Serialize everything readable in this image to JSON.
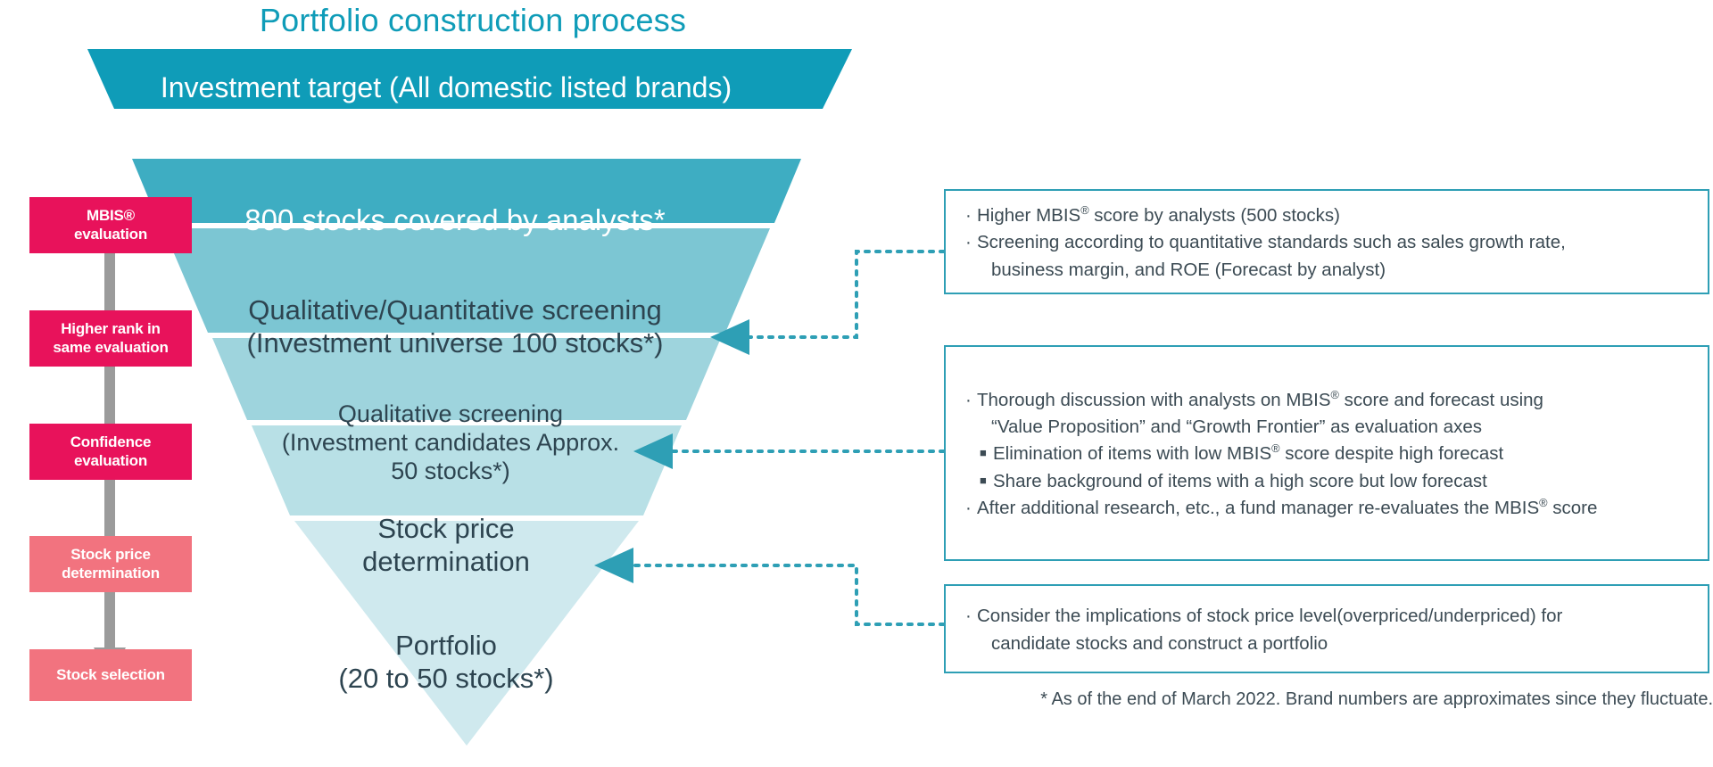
{
  "title": "Portfolio construction process",
  "colors": {
    "title_teal": "#0f9cb8",
    "banner": "#0f9cb8",
    "stage1": "#3eadc2",
    "stage2": "#7cc6d3",
    "stage3": "#9ed4dd",
    "stage4": "#b8e0e6",
    "stage5": "#cfe9ee",
    "rail_magenta": "#e8125b",
    "rail_pink": "#f2737f",
    "rail_arrow_gray": "#9b9b9b",
    "callout_border": "#2e9fb5",
    "connector": "#2e9fb5"
  },
  "funnel": {
    "banner": {
      "label": "Investment target (All domestic listed brands)"
    },
    "stages": [
      {
        "label": "800 stocks covered by analysts*"
      },
      {
        "label": "Qualitative/Quantitative screening\n(Investment universe 100 stocks*)"
      },
      {
        "label": "Qualitative screening\n(Investment candidates Approx.\n50 stocks*)"
      },
      {
        "label": "Stock price\ndetermination"
      },
      {
        "label": "Portfolio\n(20 to 50 stocks*)"
      }
    ]
  },
  "left_rail": {
    "items": [
      {
        "label": "MBIS®\nevaluation"
      },
      {
        "label": "Higher rank in\nsame evaluation"
      },
      {
        "label": "Confidence\nevaluation"
      },
      {
        "label": "Stock price\ndetermination"
      },
      {
        "label": "Stock selection"
      }
    ]
  },
  "callouts": [
    {
      "lines": [
        {
          "bullet": "dot",
          "indent": false,
          "text_before": "Higher MBIS",
          "reg": "®",
          "text_after": " score by analysts (500 stocks)"
        },
        {
          "bullet": "dot",
          "indent": false,
          "text_before": "Screening according to quantitative standards such as sales growth rate,",
          "reg": "",
          "text_after": ""
        },
        {
          "bullet": "none",
          "indent": true,
          "text_before": "business margin, and ROE (Forecast by analyst)",
          "reg": "",
          "text_after": ""
        }
      ]
    },
    {
      "lines": [
        {
          "bullet": "dot",
          "indent": false,
          "text_before": "Thorough discussion with analysts on MBIS",
          "reg": "®",
          "text_after": " score and forecast using"
        },
        {
          "bullet": "none",
          "indent": true,
          "text_before": "“Value Proposition” and “Growth Frontier” as evaluation axes",
          "reg": "",
          "text_after": ""
        },
        {
          "bullet": "square",
          "indent": true,
          "text_before": "Elimination of items with low MBIS",
          "reg": "®",
          "text_after": " score despite high forecast"
        },
        {
          "bullet": "square",
          "indent": true,
          "text_before": "Share background of items with a high score but low forecast",
          "reg": "",
          "text_after": ""
        },
        {
          "bullet": "dot",
          "indent": false,
          "text_before": "After additional research, etc., a fund manager re-evaluates the MBIS",
          "reg": "®",
          "text_after": " score"
        }
      ]
    },
    {
      "lines": [
        {
          "bullet": "dot",
          "indent": false,
          "text_before": "Consider the implications of stock price level(overpriced/underpriced) for",
          "reg": "",
          "text_after": ""
        },
        {
          "bullet": "none",
          "indent": true,
          "text_before": "candidate stocks and construct a portfolio",
          "reg": "",
          "text_after": ""
        }
      ]
    }
  ],
  "footnote": "* As of the end of March 2022. Brand numbers are approximates since they fluctuate."
}
